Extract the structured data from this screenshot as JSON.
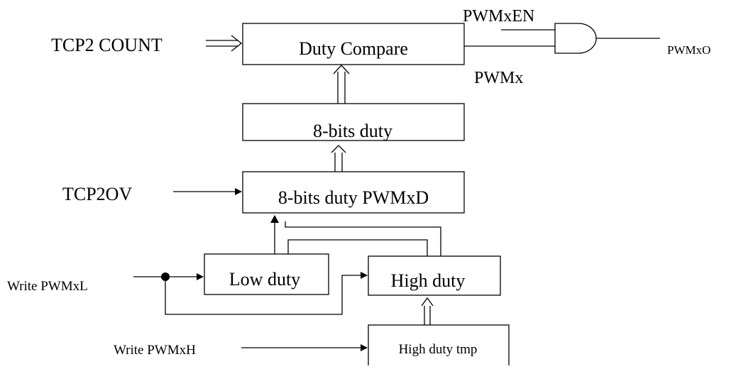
{
  "blocks": {
    "duty_compare": "Duty Compare",
    "eight_bits_duty": "8-bits duty",
    "eight_bits_duty_pwmxd": "8-bits duty PWMxD",
    "low_duty": "Low duty",
    "high_duty": "High duty",
    "high_duty_tmp": "High duty tmp"
  },
  "signals": {
    "tcp2_count": "TCP2 COUNT",
    "tcp2ov": "TCP2OV",
    "write_pwmxl": "Write PWMxL",
    "write_pwmxh": "Write PWMxH",
    "pwmxen": "PWMxEN",
    "pwmx": "PWMx",
    "pwmxo": "PWMxO"
  }
}
